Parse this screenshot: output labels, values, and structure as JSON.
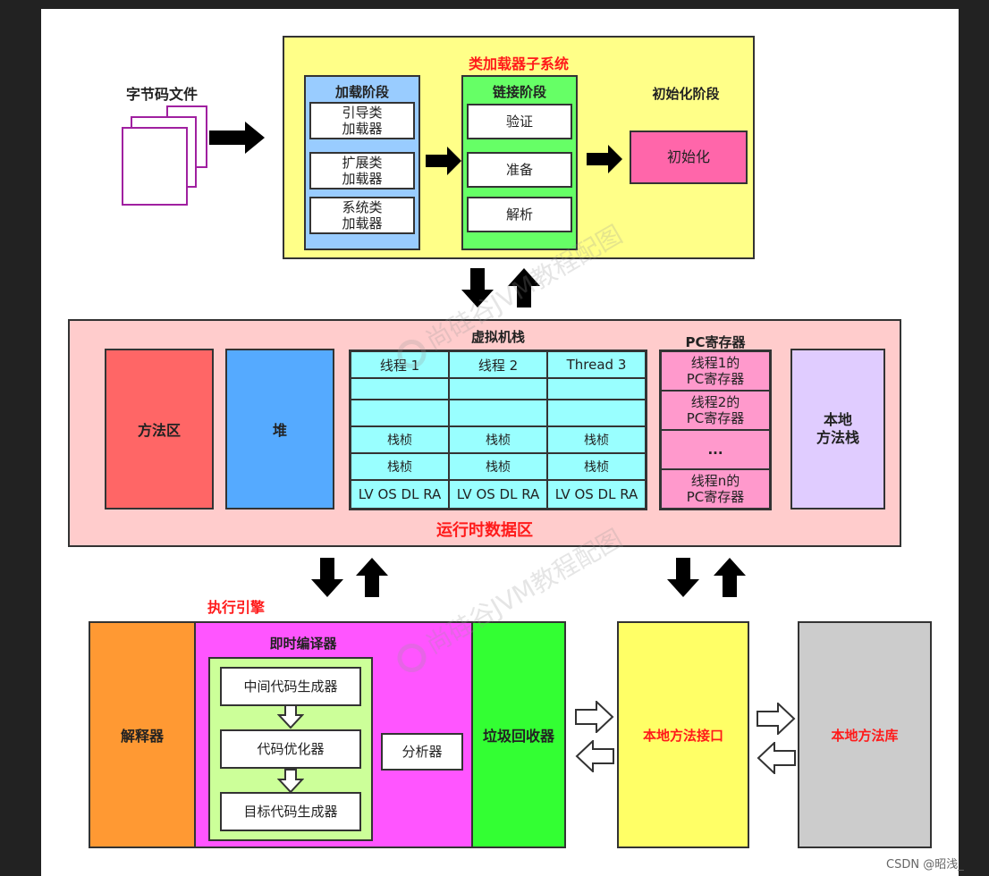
{
  "class_loader": {
    "title": "类加载器子系统",
    "bytecode_label": "字节码文件",
    "loading": {
      "title": "加载阶段",
      "items": [
        "引导类\n加载器",
        "扩展类\n加载器",
        "系统类\n加载器"
      ]
    },
    "linking": {
      "title": "链接阶段",
      "items": [
        "验证",
        "准备",
        "解析"
      ]
    },
    "init": {
      "title": "初始化阶段",
      "item": "初始化"
    }
  },
  "runtime": {
    "title": "运行时数据区",
    "method_area": "方法区",
    "heap": "堆",
    "vm_stack": {
      "title": "虚拟机栈",
      "columns": [
        "线程 1",
        "线程 2",
        "Thread 3"
      ],
      "frame_label": "栈桢",
      "bottom_label": "LV OS DL RA"
    },
    "pc_register": {
      "title": "PC寄存器",
      "items": [
        "线程1的\nPC寄存器",
        "线程2的\nPC寄存器",
        "...",
        "线程n的\nPC寄存器"
      ]
    },
    "native_stack": "本地\n方法栈"
  },
  "engine": {
    "title": "执行引擎",
    "interpreter": "解释器",
    "jit": {
      "title": "即时编译器",
      "steps": [
        "中间代码生成器",
        "代码优化器",
        "目标代码生成器"
      ],
      "analyzer": "分析器"
    },
    "gc": "垃圾回收器"
  },
  "native_interface": "本地方法接口",
  "native_library": "本地方法库",
  "watermark": "尚硅谷JVM教程配图",
  "credit": "CSDN @昭浅_",
  "colors": {
    "yellow": "#ffff88",
    "blue_light": "#99ccff",
    "green": "#66ff66",
    "pink": "#ff66aa",
    "runtime_bg": "#ffcccc",
    "method": "#ff6666",
    "heap": "#55aaff",
    "cyan": "#99ffff",
    "pc": "#ff99cc",
    "lavender": "#e0ccff",
    "orange": "#ff9933",
    "magenta": "#ff55ff",
    "lime": "#ccff99",
    "gc": "#33ff33",
    "gray": "#cccccc",
    "accent_red": "#ff1a1a"
  }
}
